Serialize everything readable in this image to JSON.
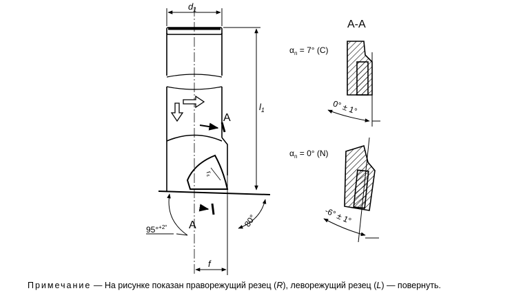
{
  "drawing": {
    "d1": "d",
    "d1_sub": "1",
    "l1": "l",
    "l1_sub": "1",
    "r": "r",
    "r_sub": "ε",
    "f": "f",
    "section_mark": "A",
    "angle_80": "80°",
    "angle_95": "95°",
    "angle_95_tol": "+2°"
  },
  "section": {
    "title": "A-A",
    "top": {
      "alpha": "α",
      "alpha_sub": "n",
      "value": " = 7° (C)",
      "angle": "0° ± 1°"
    },
    "bottom": {
      "alpha": "α",
      "alpha_sub": "n",
      "value": " = 0° (N)",
      "angle": "-6° ± 1°"
    }
  },
  "note": {
    "label": "Примечание",
    "dash": " — ",
    "text_1": "На рисунке показан праворежущий резец (",
    "r_letter": "R",
    "text_2": "), леворежущий резец (",
    "l_letter": "L",
    "text_3": ") — повернуть."
  }
}
